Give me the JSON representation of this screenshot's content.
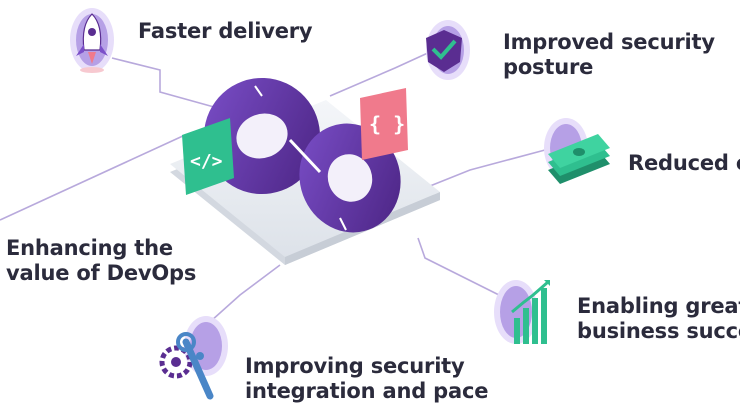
{
  "labels": {
    "faster_delivery": "Faster delivery",
    "security_posture": [
      "Improved security",
      "posture"
    ],
    "reduced_cost": "Reduced c",
    "enhancing_devops": [
      "Enhancing the",
      "value of DevOps"
    ],
    "business_success": [
      "Enabling great",
      "business succe"
    ],
    "security_integration": [
      "Improving security",
      "integration and pace"
    ]
  },
  "code_tags": {
    "html_tag": "</>",
    "braces_tag": "{ }"
  },
  "colors": {
    "purple_dark": "#5a2d91",
    "purple_mid": "#7b4fc9",
    "purple_light": "#b6a0e6",
    "platform": "#eceff3",
    "connector": "#b8a9dc",
    "green": "#2fbf8f",
    "pink": "#f07a8c",
    "text": "#2b2b3c"
  },
  "icons": [
    "rocket-icon",
    "shield-check-icon",
    "money-stack-icon",
    "growth-chart-icon",
    "gear-wrench-icon"
  ]
}
